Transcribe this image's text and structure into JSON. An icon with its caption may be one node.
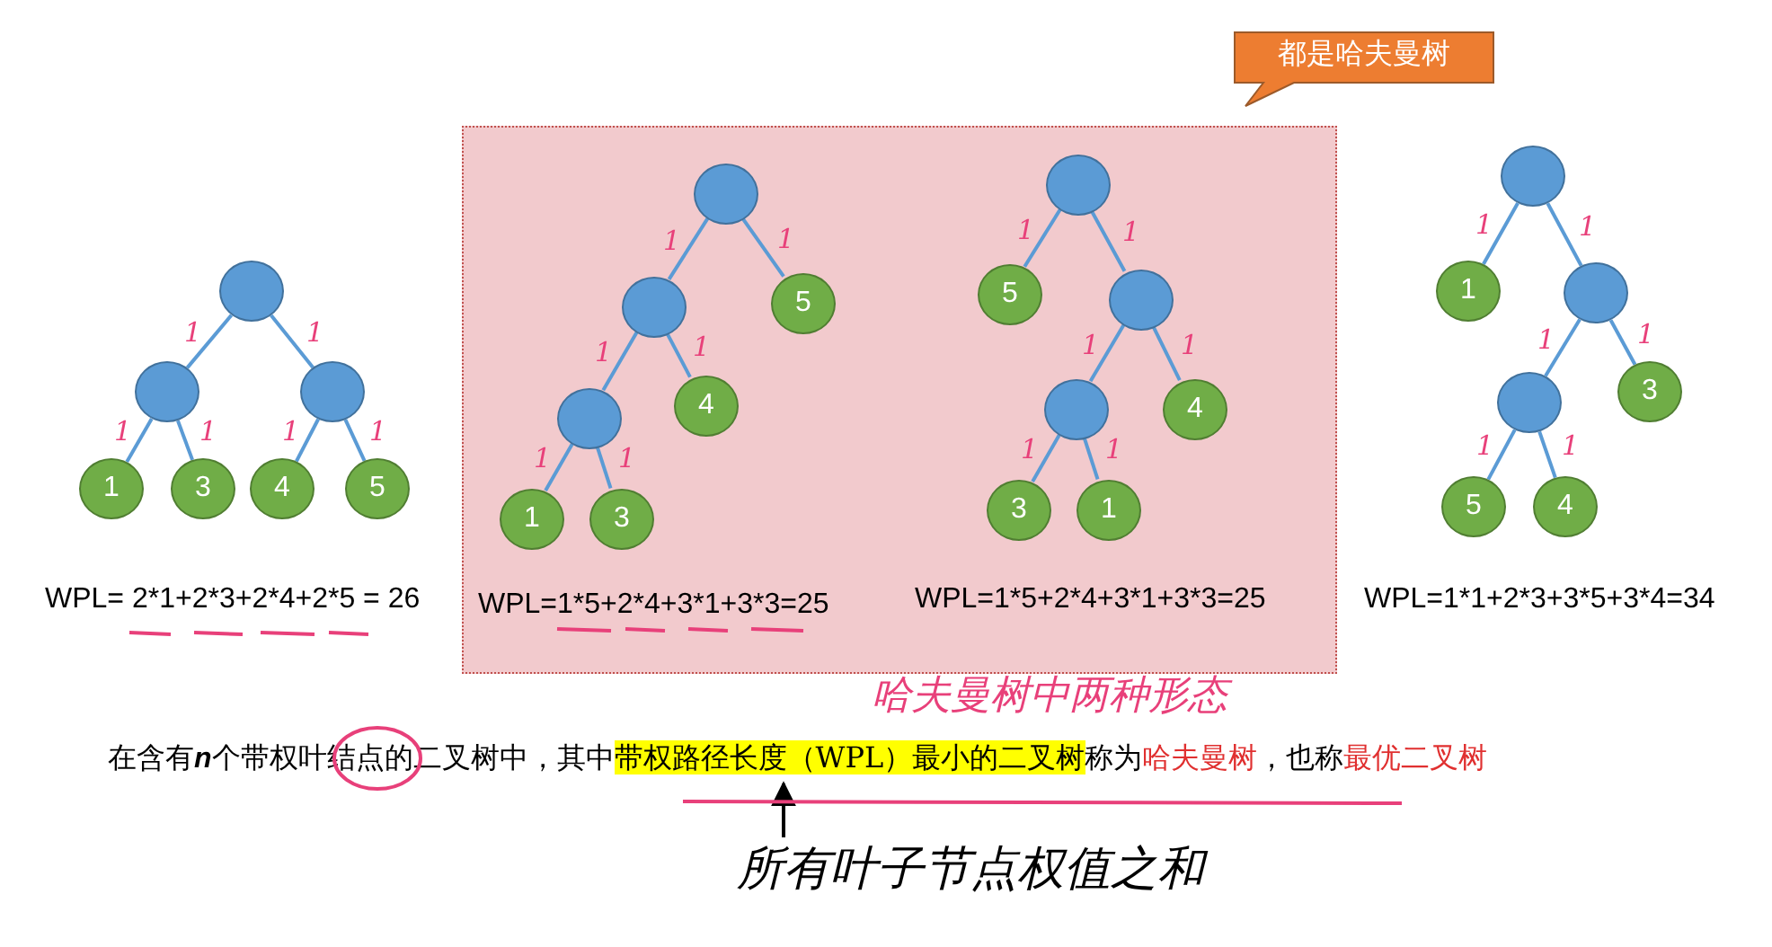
{
  "diagram": {
    "nodes": [
      {
        "text": [
          "都是哈夫曼树"
        ]
      },
      {
        "text": [],
        "shape": "box"
      },
      {
        "text": [],
        "shape": "circle"
      },
      {
        "text": [],
        "shape": "circle"
      },
      {
        "text": [],
        "shape": "circle"
      },
      {
        "text": [
          "1"
        ]
      },
      {
        "text": [
          "3"
        ]
      },
      {
        "text": [
          "4"
        ]
      },
      {
        "text": [
          "5"
        ]
      },
      {
        "text": [],
        "shape": "circle",
        "in": 1
      },
      {
        "text": [],
        "shape": "circle",
        "in": 1
      },
      {
        "text": [
          "5"
        ],
        "in": 1
      },
      {
        "text": [],
        "shape": "circle",
        "in": 1
      },
      {
        "text": [
          "4"
        ],
        "in": 1
      },
      {
        "text": [
          "1"
        ],
        "in": 1
      },
      {
        "text": [
          "3"
        ],
        "in": 1
      },
      {
        "text": [],
        "shape": "circle",
        "in": 1
      },
      {
        "text": [
          "5"
        ],
        "in": 1
      },
      {
        "text": [],
        "shape": "circle",
        "in": 1
      },
      {
        "text": [],
        "shape": "circle",
        "in": 1
      },
      {
        "text": [
          "4"
        ],
        "in": 1
      },
      {
        "text": [
          "3"
        ],
        "in": 1
      },
      {
        "text": [
          "1"
        ],
        "in": 1
      },
      {
        "text": [],
        "shape": "circle"
      },
      {
        "text": [
          "1"
        ]
      },
      {
        "text": [],
        "shape": "circle"
      },
      {
        "text": [],
        "shape": "circle"
      },
      {
        "text": [
          "3"
        ]
      },
      {
        "text": [
          "5"
        ]
      },
      {
        "text": [
          "4"
        ]
      },
      {
        "text": [
          "在含有",
          "n",
          "个带权叶结点的二叉树中，其中",
          "带权路径长度（WPL）最小的二叉树",
          "称为",
          "哈夫曼树",
          "，也称",
          "最优二叉树"
        ]
      },
      {
        "text": [
          "所有叶子节点权值之和"
        ]
      }
    ],
    "edges": [
      {
        "from": 2,
        "to": 3,
        "arrow": "none",
        "label": "1"
      },
      {
        "from": 2,
        "to": 4,
        "arrow": "none",
        "label": "1"
      },
      {
        "from": 3,
        "to": 5,
        "arrow": "none",
        "label": "1"
      },
      {
        "from": 3,
        "to": 6,
        "arrow": "none",
        "label": "1"
      },
      {
        "from": 4,
        "to": 7,
        "arrow": "none",
        "label": "1"
      },
      {
        "from": 4,
        "to": 8,
        "arrow": "none",
        "label": "1"
      },
      {
        "from": 9,
        "to": 10,
        "arrow": "none",
        "label": "1"
      },
      {
        "from": 9,
        "to": 11,
        "arrow": "none",
        "label": "1"
      },
      {
        "from": 10,
        "to": 12,
        "arrow": "none",
        "label": "1"
      },
      {
        "from": 10,
        "to": 13,
        "arrow": "none",
        "label": "1"
      },
      {
        "from": 12,
        "to": 14,
        "arrow": "none",
        "label": "1"
      },
      {
        "from": 12,
        "to": 15,
        "arrow": "none",
        "label": "1"
      },
      {
        "from": 16,
        "to": 17,
        "arrow": "none",
        "label": "1"
      },
      {
        "from": 16,
        "to": 18,
        "arrow": "none",
        "label": "1"
      },
      {
        "from": 18,
        "to": 19,
        "arrow": "none",
        "label": "1"
      },
      {
        "from": 18,
        "to": 20,
        "arrow": "none",
        "label": "1"
      },
      {
        "from": 19,
        "to": 21,
        "arrow": "none",
        "label": "1"
      },
      {
        "from": 19,
        "to": 22,
        "arrow": "none",
        "label": "1"
      },
      {
        "from": 23,
        "to": 24,
        "arrow": "none",
        "label": "1"
      },
      {
        "from": 23,
        "to": 25,
        "arrow": "none",
        "label": "1"
      },
      {
        "from": 25,
        "to": 26,
        "arrow": "none",
        "label": "1"
      },
      {
        "from": 25,
        "to": 27,
        "arrow": "none",
        "label": "1"
      },
      {
        "from": 26,
        "to": 28,
        "arrow": "none",
        "label": "1"
      },
      {
        "from": 26,
        "to": 29,
        "arrow": "none",
        "label": "1"
      },
      {
        "from": 31,
        "to": 30,
        "arrow": "to",
        "color": "#000000"
      }
    ],
    "labels": [
      "WPL= 2*1+2*3+2*4+2*5 = 26",
      "WPL=1*5+2*4+3*1+3*3=25",
      "WPL=1*5+2*4+3*1+3*3=25",
      "WPL=1*1+2*3+3*5+3*4=34",
      "哈夫曼树中两种形态"
    ]
  }
}
